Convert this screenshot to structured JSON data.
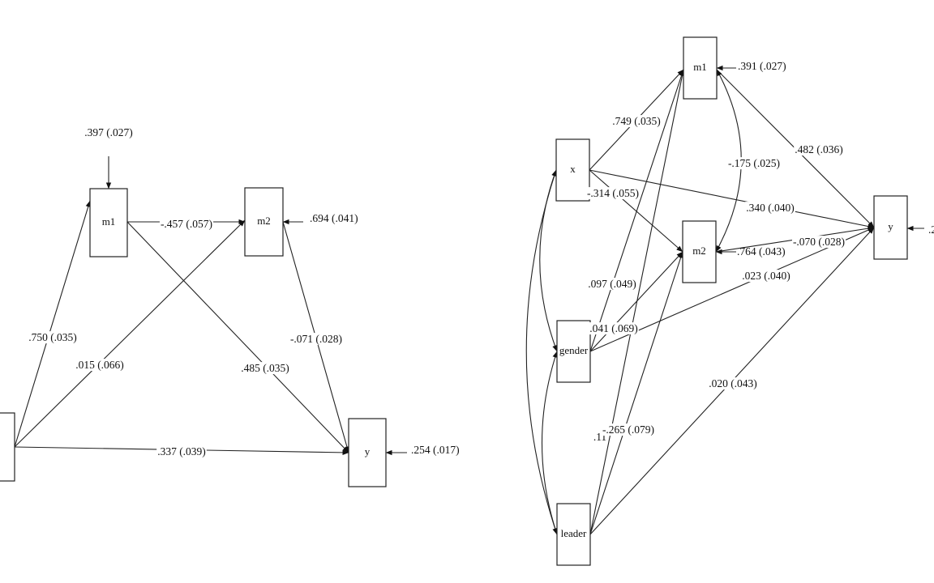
{
  "diagrams": [
    {
      "id": "mediation-basic",
      "nodes": [
        {
          "id": "x",
          "label": ""
        },
        {
          "id": "m1",
          "label": "m1"
        },
        {
          "id": "m2",
          "label": "m2"
        },
        {
          "id": "y",
          "label": "y"
        }
      ],
      "residuals": [
        {
          "node": "m1",
          "label": ".397 (.027)"
        },
        {
          "node": "m2",
          "label": ".694 (.041)"
        },
        {
          "node": "y",
          "label": ".254 (.017)"
        }
      ],
      "paths": [
        {
          "from": "x",
          "to": "m1",
          "label": ".750 (.035)"
        },
        {
          "from": "x",
          "to": "m2",
          "label": ".015 (.066)"
        },
        {
          "from": "x",
          "to": "y",
          "label": ".337 (.039)"
        },
        {
          "from": "m1",
          "to": "m2",
          "label": "-.457 (.057)"
        },
        {
          "from": "m1",
          "to": "y",
          "label": ".485 (.035)"
        },
        {
          "from": "m2",
          "to": "y",
          "label": "-.071 (.028)"
        }
      ]
    },
    {
      "id": "mediation-covariates",
      "nodes": [
        {
          "id": "x",
          "label": "x"
        },
        {
          "id": "gender",
          "label": "gender"
        },
        {
          "id": "leader",
          "label": "leader"
        },
        {
          "id": "m1",
          "label": "m1"
        },
        {
          "id": "m2",
          "label": "m2"
        },
        {
          "id": "y",
          "label": "y"
        }
      ],
      "residuals": [
        {
          "node": "m1",
          "label": ".391 (.027)"
        },
        {
          "node": "m2",
          "label": ".764 (.043)"
        },
        {
          "node": "y",
          "label": ".2"
        }
      ],
      "paths": [
        {
          "from": "x",
          "to": "m1",
          "label": ".749 (.035)"
        },
        {
          "from": "x",
          "to": "m2",
          "label": "-.314 (.055)"
        },
        {
          "from": "x",
          "to": "y",
          "label": ".340 (.040)"
        },
        {
          "from": "m1",
          "to": "y",
          "label": ".482 (.036)"
        },
        {
          "from": "m2",
          "to": "y",
          "label": "-.070 (.028)"
        },
        {
          "from": "gender",
          "to": "m1",
          "label": ".097 (.049)"
        },
        {
          "from": "gender",
          "to": "m2",
          "label": ".041 (.069)"
        },
        {
          "from": "gender",
          "to": "y",
          "label": ".023 (.040)"
        },
        {
          "from": "leader",
          "to": "m1",
          "label": ".11"
        },
        {
          "from": "leader",
          "to": "m2",
          "label": "-.265 (.079)"
        },
        {
          "from": "leader",
          "to": "y",
          "label": ".020 (.043)"
        }
      ],
      "covariances": [
        {
          "between": [
            "m1",
            "m2"
          ],
          "label": "-.175 (.025)"
        },
        {
          "between": [
            "x",
            "gender"
          ],
          "label": ""
        },
        {
          "between": [
            "gender",
            "leader"
          ],
          "label": ""
        },
        {
          "between": [
            "x",
            "leader"
          ],
          "label": ""
        }
      ]
    }
  ]
}
